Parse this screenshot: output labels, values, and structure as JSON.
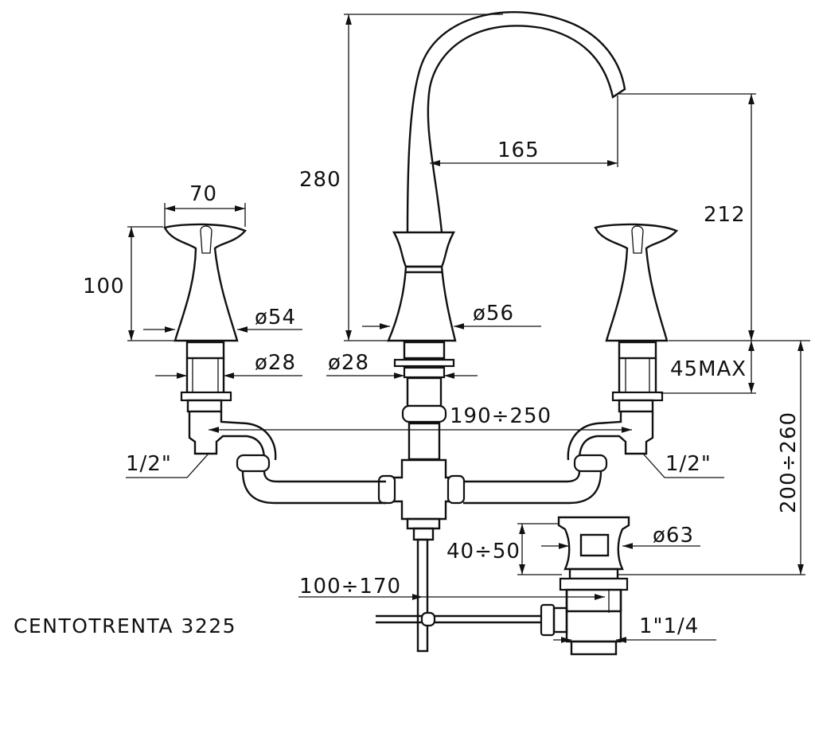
{
  "product_title": "CENTOTRENTA 3225",
  "dimensions": {
    "total_height": "280",
    "spout_reach": "165",
    "handle_width": "70",
    "spout_height": "212",
    "handle_height": "100",
    "handle_diameter": "ø54",
    "body_diameter": "ø56",
    "shank_diameter_left": "ø28",
    "shank_diameter_center": "ø28",
    "max_deck_thickness": "45MAX",
    "center_spacing": "190÷250",
    "inlet_left": "1/2\"",
    "inlet_right": "1/2\"",
    "under_deck_height": "200÷260",
    "drain_diameter": "ø63",
    "drain_thickness": "40÷50",
    "drain_rod_distance": "100÷170",
    "drain_thread": "1\"1/4"
  }
}
